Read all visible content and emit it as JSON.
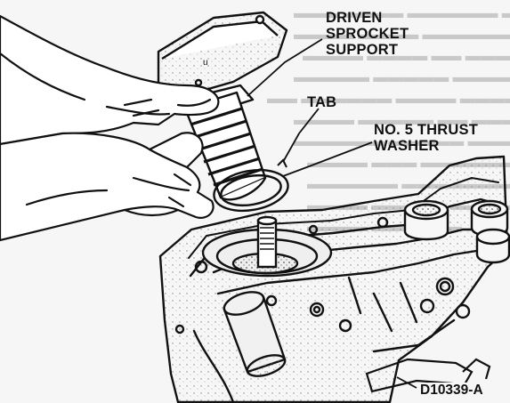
{
  "callouts": {
    "driven_sprocket_support": [
      "DRIVEN",
      "SPROCKET",
      "SUPPORT"
    ],
    "tab": "TAB",
    "thrust_washer": [
      "NO. 5 THRUST",
      "WASHER"
    ]
  },
  "figure_id": "D10339-A",
  "colors": {
    "ink": "#111111",
    "paper": "#f6f6f6",
    "bleed_through": "#c9c9c9"
  }
}
